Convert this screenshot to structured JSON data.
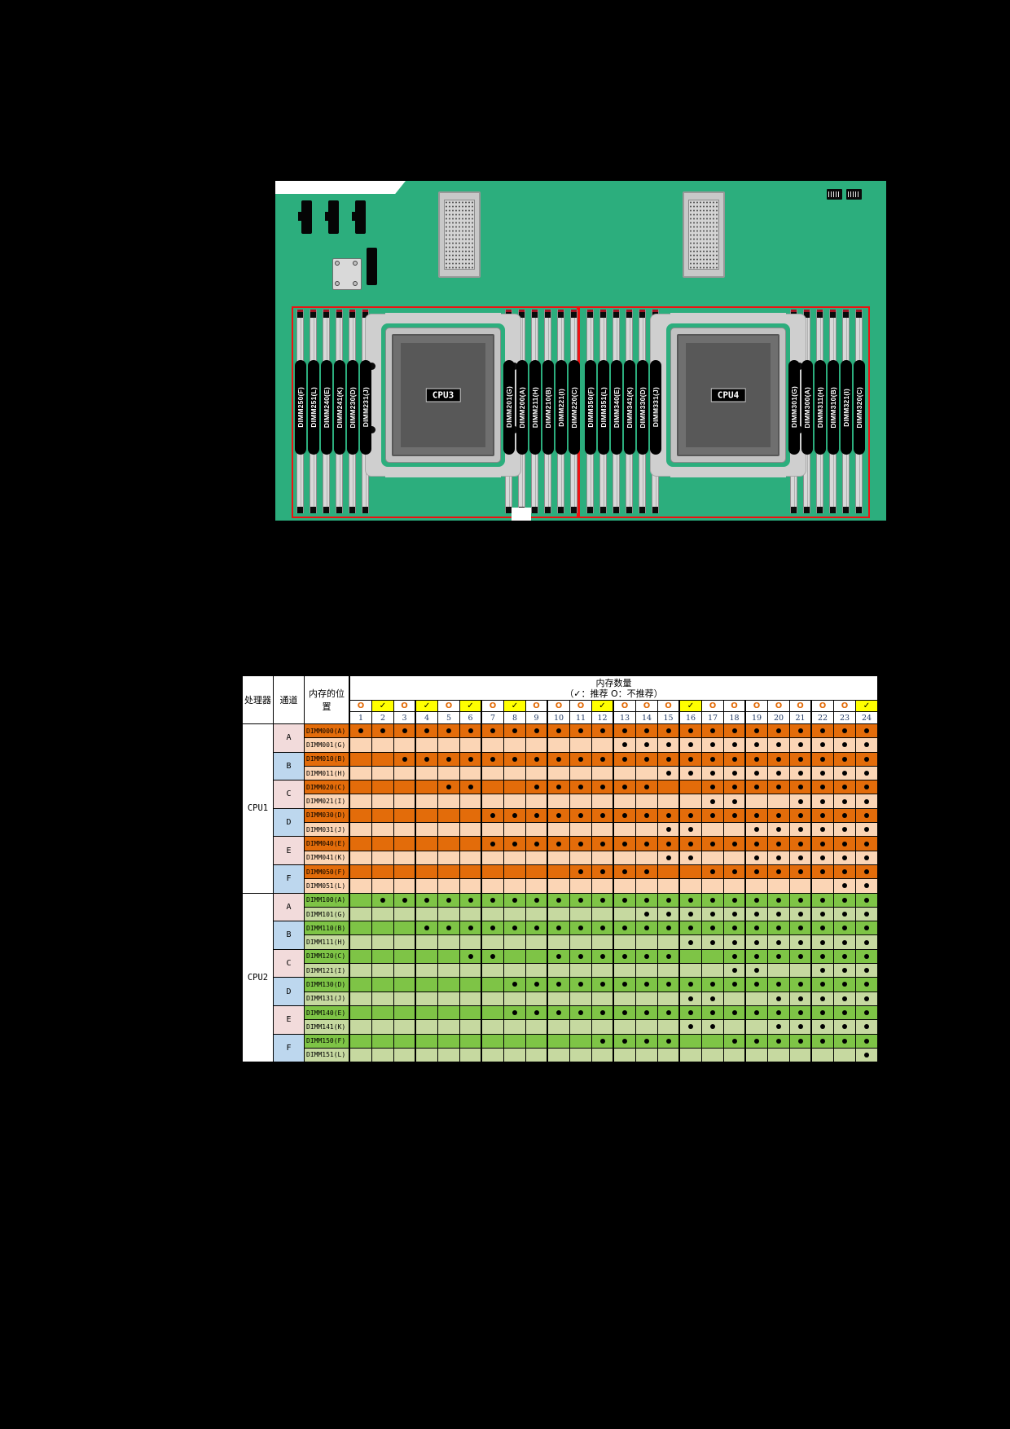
{
  "board": {
    "pcb_color": "#2CAE7D",
    "highlight_color": "#EE1111",
    "cpu3_label": "CPU3",
    "cpu4_label": "CPU4",
    "dimm_groups": [
      {
        "name": "cpu3-left-bank",
        "labels": [
          "DIMM250(F)",
          "DIMM251(L)",
          "DIMM240(E)",
          "DIMM241(K)",
          "DIMM230(D)",
          "DIMM231(J)"
        ]
      },
      {
        "name": "cpu3-right-bank",
        "labels": [
          "DIMM201(G)",
          "DIMM200(A)",
          "DIMM211(H)",
          "DIMM210(B)",
          "DIMM221(I)",
          "DIMM220(C)"
        ]
      },
      {
        "name": "cpu4-left-bank",
        "labels": [
          "DIMM350(F)",
          "DIMM351(L)",
          "DIMM340(E)",
          "DIMM341(K)",
          "DIMM330(D)",
          "DIMM331(J)"
        ]
      },
      {
        "name": "cpu4-right-bank",
        "labels": [
          "DIMM301(G)",
          "DIMM300(A)",
          "DIMM311(H)",
          "DIMM310(B)",
          "DIMM321(I)",
          "DIMM320(C)"
        ]
      }
    ]
  },
  "table": {
    "headers": {
      "processor": "处理器",
      "channel": "通道",
      "location": "内存的位置",
      "qty_title": "内存数量",
      "qty_subtitle": "（✓：推荐    O：不推荐）"
    },
    "legend": {
      "check_mark": "✓",
      "check_meaning": "推荐",
      "circle_mark": "O",
      "circle_meaning": "不推荐"
    },
    "recommended_highlight_color": "#FFFF00",
    "column_numbers": [
      1,
      2,
      3,
      4,
      5,
      6,
      7,
      8,
      9,
      10,
      11,
      12,
      13,
      14,
      15,
      16,
      17,
      18,
      19,
      20,
      21,
      22,
      23,
      24
    ],
    "column_marks": [
      "O",
      "✓",
      "O",
      "✓",
      "O",
      "✓",
      "O",
      "✓",
      "O",
      "O",
      "O",
      "✓",
      "O",
      "O",
      "O",
      "✓",
      "O",
      "O",
      "O",
      "O",
      "O",
      "O",
      "O",
      "✓"
    ],
    "cpus": [
      {
        "name": "CPU1",
        "row_colors": {
          "dark": "#E36C0A",
          "light": "#FBD5B5"
        },
        "channels": [
          {
            "label": "A",
            "slots": [
              {
                "location": "DIMM000(A)",
                "dots": [
                  1,
                  2,
                  3,
                  4,
                  5,
                  6,
                  7,
                  8,
                  9,
                  10,
                  11,
                  12,
                  13,
                  14,
                  15,
                  16,
                  17,
                  18,
                  19,
                  20,
                  21,
                  22,
                  23,
                  24
                ]
              },
              {
                "location": "DIMM001(G)",
                "dots": [
                  13,
                  14,
                  15,
                  16,
                  17,
                  18,
                  19,
                  20,
                  21,
                  22,
                  23,
                  24
                ]
              }
            ]
          },
          {
            "label": "B",
            "slots": [
              {
                "location": "DIMM010(B)",
                "dots": [
                  3,
                  4,
                  5,
                  6,
                  7,
                  8,
                  9,
                  10,
                  11,
                  12,
                  13,
                  14,
                  15,
                  16,
                  17,
                  18,
                  19,
                  20,
                  21,
                  22,
                  23,
                  24
                ]
              },
              {
                "location": "DIMM011(H)",
                "dots": [
                  15,
                  16,
                  17,
                  18,
                  19,
                  20,
                  21,
                  22,
                  23,
                  24
                ]
              }
            ]
          },
          {
            "label": "C",
            "slots": [
              {
                "location": "DIMM020(C)",
                "dots": [
                  5,
                  6,
                  9,
                  10,
                  11,
                  12,
                  13,
                  14,
                  17,
                  18,
                  19,
                  20,
                  21,
                  22,
                  23,
                  24
                ]
              },
              {
                "location": "DIMM021(I)",
                "dots": [
                  17,
                  18,
                  21,
                  22,
                  23,
                  24
                ]
              }
            ]
          },
          {
            "label": "D",
            "slots": [
              {
                "location": "DIMM030(D)",
                "dots": [
                  7,
                  8,
                  9,
                  10,
                  11,
                  12,
                  13,
                  14,
                  15,
                  16,
                  17,
                  18,
                  19,
                  20,
                  21,
                  22,
                  23,
                  24
                ]
              },
              {
                "location": "DIMM031(J)",
                "dots": [
                  15,
                  16,
                  19,
                  20,
                  21,
                  22,
                  23,
                  24
                ]
              }
            ]
          },
          {
            "label": "E",
            "slots": [
              {
                "location": "DIMM040(E)",
                "dots": [
                  7,
                  8,
                  9,
                  10,
                  11,
                  12,
                  13,
                  14,
                  15,
                  16,
                  17,
                  18,
                  19,
                  20,
                  21,
                  22,
                  23,
                  24
                ]
              },
              {
                "location": "DIMM041(K)",
                "dots": [
                  15,
                  16,
                  19,
                  20,
                  21,
                  22,
                  23,
                  24
                ]
              }
            ]
          },
          {
            "label": "F",
            "slots": [
              {
                "location": "DIMM050(F)",
                "dots": [
                  11,
                  12,
                  13,
                  14,
                  17,
                  18,
                  19,
                  20,
                  21,
                  22,
                  23,
                  24
                ]
              },
              {
                "location": "DIMM051(L)",
                "dots": [
                  23,
                  24
                ]
              }
            ]
          }
        ]
      },
      {
        "name": "CPU2",
        "row_colors": {
          "dark": "#7EC446",
          "light": "#C6D9A0"
        },
        "channels": [
          {
            "label": "A",
            "slots": [
              {
                "location": "DIMM100(A)",
                "dots": [
                  2,
                  3,
                  4,
                  5,
                  6,
                  7,
                  8,
                  9,
                  10,
                  11,
                  12,
                  13,
                  14,
                  15,
                  16,
                  17,
                  18,
                  19,
                  20,
                  21,
                  22,
                  23,
                  24
                ]
              },
              {
                "location": "DIMM101(G)",
                "dots": [
                  14,
                  15,
                  16,
                  17,
                  18,
                  19,
                  20,
                  21,
                  22,
                  23,
                  24
                ]
              }
            ]
          },
          {
            "label": "B",
            "slots": [
              {
                "location": "DIMM110(B)",
                "dots": [
                  4,
                  5,
                  6,
                  7,
                  8,
                  9,
                  10,
                  11,
                  12,
                  13,
                  14,
                  15,
                  16,
                  17,
                  18,
                  19,
                  20,
                  21,
                  22,
                  23,
                  24
                ]
              },
              {
                "location": "DIMM111(H)",
                "dots": [
                  16,
                  17,
                  18,
                  19,
                  20,
                  21,
                  22,
                  23,
                  24
                ]
              }
            ]
          },
          {
            "label": "C",
            "slots": [
              {
                "location": "DIMM120(C)",
                "dots": [
                  6,
                  7,
                  10,
                  11,
                  12,
                  13,
                  14,
                  15,
                  18,
                  19,
                  20,
                  21,
                  22,
                  23,
                  24
                ]
              },
              {
                "location": "DIMM121(I)",
                "dots": [
                  18,
                  19,
                  22,
                  23,
                  24
                ]
              }
            ]
          },
          {
            "label": "D",
            "slots": [
              {
                "location": "DIMM130(D)",
                "dots": [
                  8,
                  9,
                  10,
                  11,
                  12,
                  13,
                  14,
                  15,
                  16,
                  17,
                  18,
                  19,
                  20,
                  21,
                  22,
                  23,
                  24
                ]
              },
              {
                "location": "DIMM131(J)",
                "dots": [
                  16,
                  17,
                  20,
                  21,
                  22,
                  23,
                  24
                ]
              }
            ]
          },
          {
            "label": "E",
            "slots": [
              {
                "location": "DIMM140(E)",
                "dots": [
                  8,
                  9,
                  10,
                  11,
                  12,
                  13,
                  14,
                  15,
                  16,
                  17,
                  18,
                  19,
                  20,
                  21,
                  22,
                  23,
                  24
                ]
              },
              {
                "location": "DIMM141(K)",
                "dots": [
                  16,
                  17,
                  20,
                  21,
                  22,
                  23,
                  24
                ]
              }
            ]
          },
          {
            "label": "F",
            "slots": [
              {
                "location": "DIMM150(F)",
                "dots": [
                  12,
                  13,
                  14,
                  15,
                  18,
                  19,
                  20,
                  21,
                  22,
                  23,
                  24
                ]
              },
              {
                "location": "DIMM151(L)",
                "dots": [
                  24
                ]
              }
            ]
          }
        ]
      }
    ]
  }
}
